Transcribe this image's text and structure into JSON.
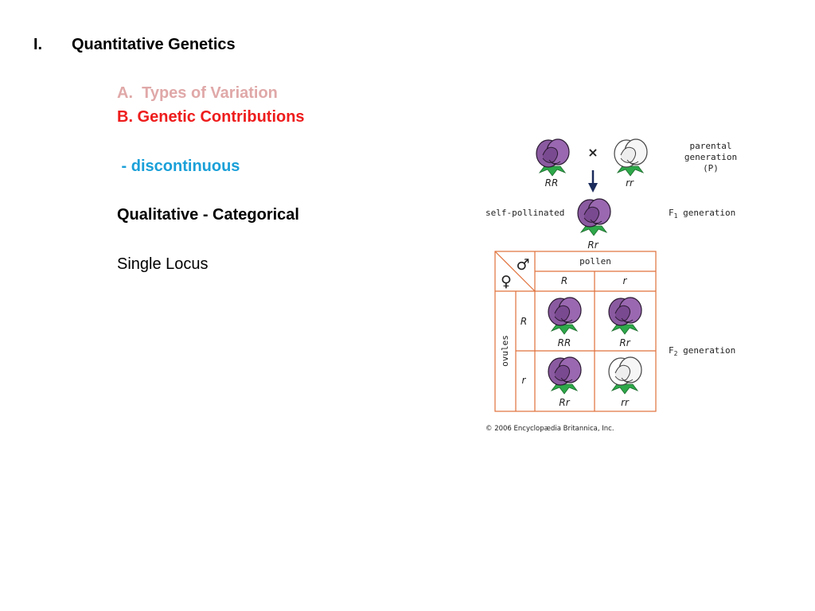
{
  "slide": {
    "heading_number": "I.",
    "heading": "Quantitative Genetics",
    "item_a": "A.  Types of Variation",
    "item_b": "B. Genetic Contributions",
    "bullet": " - discontinuous",
    "qualitative": "Qualitative - Categorical",
    "single_locus": "Single Locus",
    "colors": {
      "item_a": "#e0a8a8",
      "item_b": "#ee1c1c",
      "bullet": "#1aa0d8",
      "grid": "#e0703a",
      "flower_purple": "#8a5aa0",
      "leaf": "#2ea84a"
    }
  },
  "diagram": {
    "parent_left_genotype": "RR",
    "parent_right_genotype": "rr",
    "cross_symbol": "×",
    "parental_label_1": "parental",
    "parental_label_2": "generation",
    "parental_label_3": "(P)",
    "self_pollinated": "self-pollinated",
    "f1_genotype": "Rr",
    "f1_label_F": "F",
    "f1_label_sub": "1",
    "f1_label_rest": " generation",
    "male_symbol": "♂",
    "female_symbol": "♀",
    "pollen": "pollen",
    "pollen_R": "R",
    "pollen_r": "r",
    "ovules": "ovules",
    "ovule_R": "R",
    "ovule_r": "r",
    "cell_RR": "RR",
    "cell_Rr_top": "Rr",
    "cell_Rr_bottom": "Rr",
    "cell_rr": "rr",
    "f2_label_F": "F",
    "f2_label_sub": "2",
    "f2_label_rest": " generation",
    "copyright": "© 2006 Encyclopædia Britannica, Inc."
  }
}
